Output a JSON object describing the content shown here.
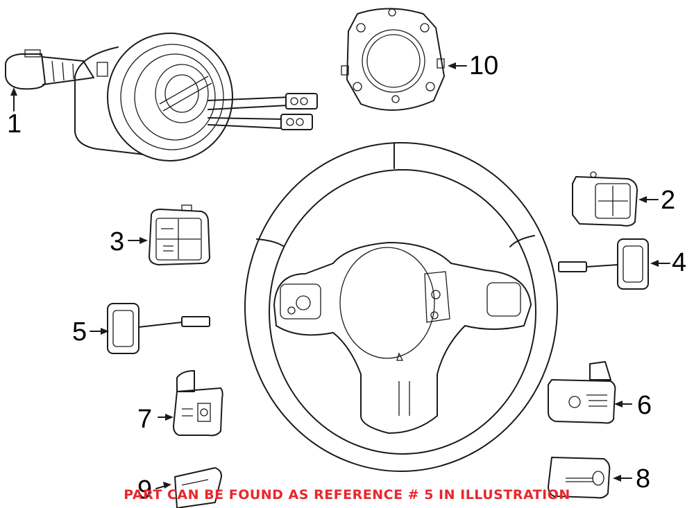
{
  "callouts": [
    {
      "id": "1",
      "label": "1"
    },
    {
      "id": "2",
      "label": "2"
    },
    {
      "id": "3",
      "label": "3"
    },
    {
      "id": "4",
      "label": "4"
    },
    {
      "id": "5",
      "label": "5"
    },
    {
      "id": "6",
      "label": "6"
    },
    {
      "id": "7",
      "label": "7"
    },
    {
      "id": "8",
      "label": "8"
    },
    {
      "id": "9",
      "label": "9"
    },
    {
      "id": "10",
      "label": "10"
    }
  ],
  "notice": "PART CAN BE FOUND AS REFERENCE # 5 IN ILLUSTRATION",
  "colors": {
    "notice": "#e8272c",
    "line": "#1a1a1a"
  }
}
